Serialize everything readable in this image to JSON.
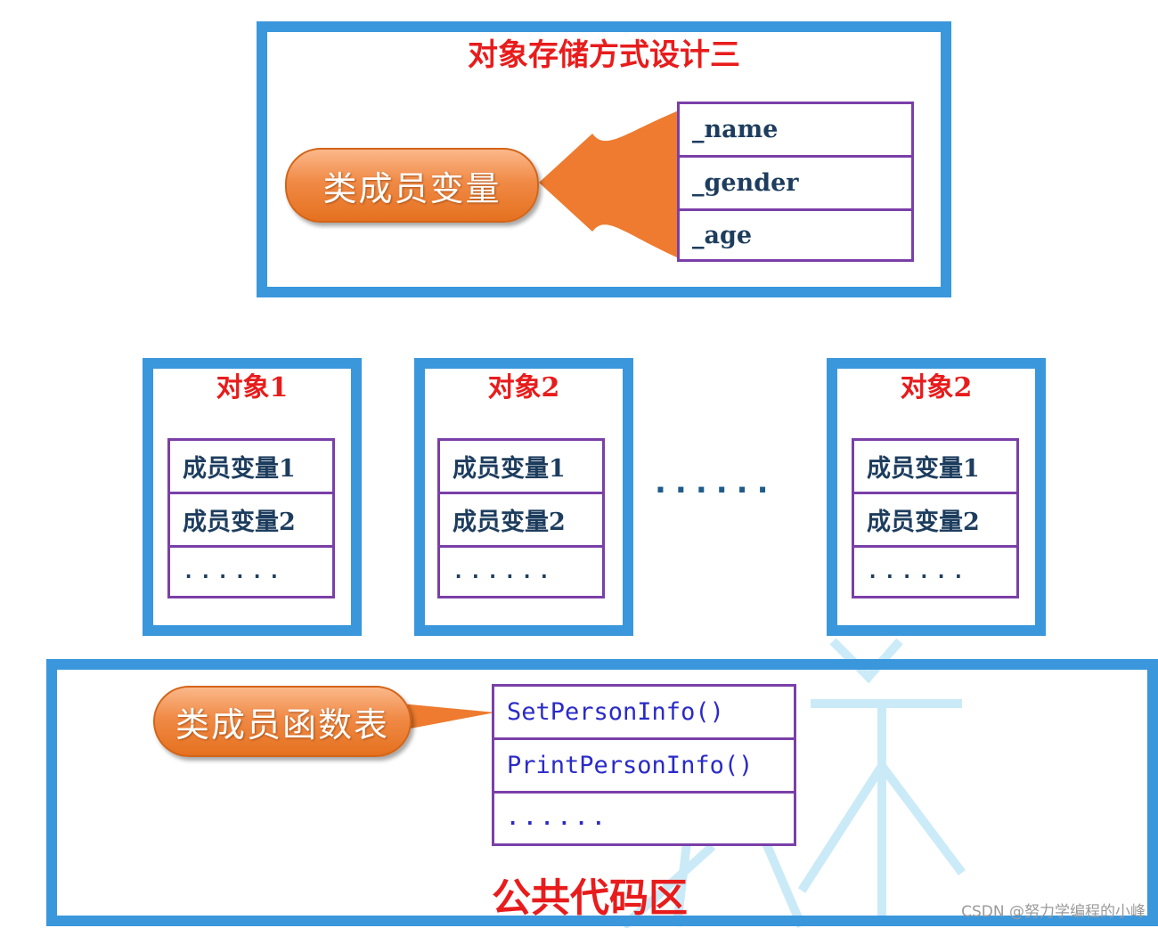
{
  "top_frame": {
    "title": "对象存储方式设计三",
    "label": "类成员变量",
    "members": [
      "_name",
      "_gender",
      "_age"
    ]
  },
  "objects": [
    {
      "title": "对象1",
      "cells": [
        "成员变量1",
        "成员变量2",
        "......"
      ]
    },
    {
      "title": "对象2",
      "cells": [
        "成员变量1",
        "成员变量2",
        "......"
      ]
    },
    {
      "title": "对象2",
      "cells": [
        "成员变量1",
        "成员变量2",
        "......"
      ]
    }
  ],
  "ellipsis": "......",
  "code_area": {
    "label": "类成员函数表",
    "functions": [
      "SetPersonInfo()",
      "PrintPersonInfo()",
      "......"
    ],
    "title": "公共代码区"
  },
  "watermark": "CSDN @努力学编程的小峰",
  "colors": {
    "frame": "#3a97dc",
    "title_red": "#e81c1c",
    "cell_border": "#7a3fa8",
    "pill_orange": "#f08a46",
    "arrow_orange": "#ee7b2f"
  }
}
